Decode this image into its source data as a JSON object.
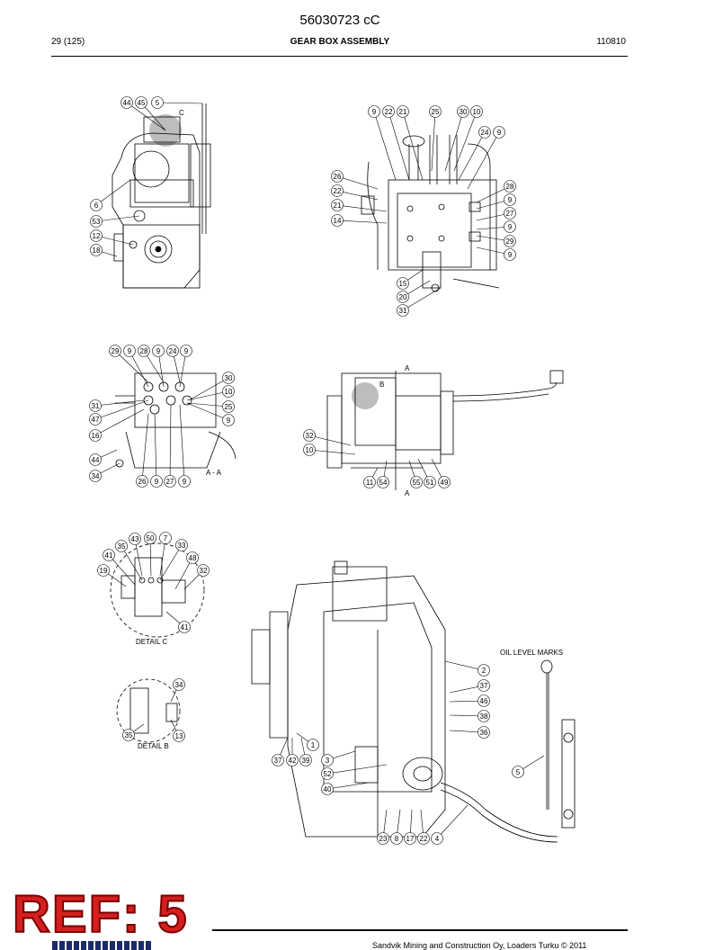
{
  "document": {
    "code": "56030723 cC",
    "page": "29 (125)",
    "section_title": "GEAR BOX ASSEMBLY",
    "date_code": "110810",
    "ref_stamp": "REF: 5",
    "footer_text": "Sandvik Mining and Construction Oy, Loaders Turku © 2011"
  },
  "labels": {
    "detail_c": "DETAIL C",
    "detail_b": "DETAIL B",
    "section_aa": "A - A",
    "oil_level_marks": "OIL LEVEL MARKS",
    "letter_a": "A",
    "letter_b": "B",
    "letter_c": "C"
  },
  "callouts": {
    "v1": [
      "44",
      "45",
      "5",
      "6",
      "53",
      "12",
      "18"
    ],
    "v2": [
      "9",
      "22",
      "21",
      "25",
      "30",
      "10",
      "24",
      "9",
      "26",
      "22",
      "21",
      "14",
      "28",
      "9",
      "27",
      "9",
      "29",
      "9",
      "15",
      "20",
      "31"
    ],
    "v3": [
      "29",
      "9",
      "28",
      "9",
      "24",
      "9",
      "30",
      "10",
      "31",
      "25",
      "47",
      "9",
      "16",
      "44",
      "34",
      "26",
      "9",
      "27",
      "9"
    ],
    "v4": [
      "32",
      "10",
      "11",
      "54",
      "55",
      "51",
      "49"
    ],
    "v5": [
      "43",
      "50",
      "7",
      "35",
      "33",
      "41",
      "48",
      "19",
      "32",
      "41"
    ],
    "v6": [
      "34",
      "35",
      "13"
    ],
    "v7": [
      "2",
      "37",
      "46",
      "38",
      "36",
      "1",
      "37",
      "42",
      "39",
      "3",
      "52",
      "40",
      "5",
      "23",
      "8",
      "17",
      "22",
      "4"
    ]
  }
}
